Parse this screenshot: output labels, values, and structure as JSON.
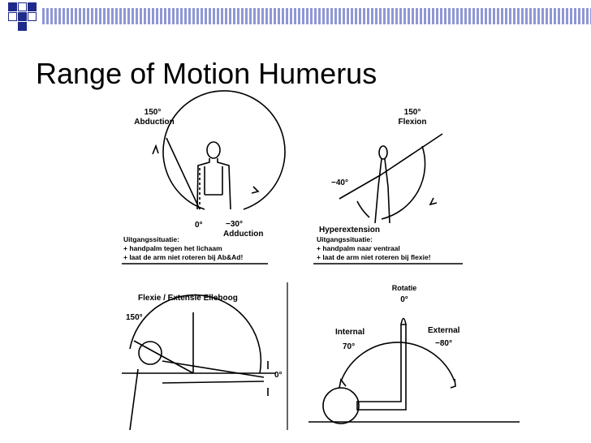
{
  "slide": {
    "title": "Range of Motion Humerus"
  },
  "diagrams": {
    "abduction": {
      "top_value": "150°",
      "top_label": "Abduction",
      "zero_label": "0°",
      "neg_value": "−30°",
      "neg_label": "Adduction",
      "caption_title": "Uitgangssituatie:",
      "caption_line1": "+ handpalm tegen het lichaam",
      "caption_line2": "+ laat de arm niet roteren bij Ab&Ad!"
    },
    "flexion": {
      "top_value": "150°",
      "top_label": "Flexion",
      "neg_value": "−40°",
      "neg_label": "Hyperextension",
      "caption_title": "Uitgangssituatie:",
      "caption_line1": "+ handpalm naar ventraal",
      "caption_line2": "+ laat de arm niet roteren bij flexie!"
    },
    "elbow": {
      "title": "Flexie / Extensie Elleboog",
      "value_150": "150°",
      "value_0": "0°"
    },
    "rotation": {
      "title": "Rotatie",
      "zero_label": "0°",
      "internal_label": "Internal",
      "internal_value": "70°",
      "external_label": "External",
      "external_value": "−80°"
    }
  }
}
